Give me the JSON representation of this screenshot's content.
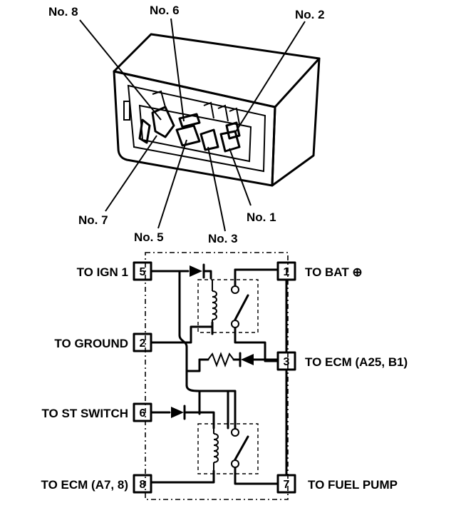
{
  "connector_labels": {
    "no8": "No. 8",
    "no6": "No. 6",
    "no2": "No. 2",
    "no7": "No. 7",
    "no1": "No. 1",
    "no5": "No. 5",
    "no3": "No. 3"
  },
  "terminals": [
    {
      "pin": "5",
      "label": "TO IGN 1"
    },
    {
      "pin": "2",
      "label": "TO GROUND"
    },
    {
      "pin": "6",
      "label": "TO ST SWITCH"
    },
    {
      "pin": "8",
      "label": "TO ECM (A7, 8)"
    },
    {
      "pin": "1",
      "label": "TO BAT ⊕"
    },
    {
      "pin": "3",
      "label": "TO ECM (A25, B1)"
    },
    {
      "pin": "7",
      "label": "TO FUEL PUMP"
    }
  ]
}
